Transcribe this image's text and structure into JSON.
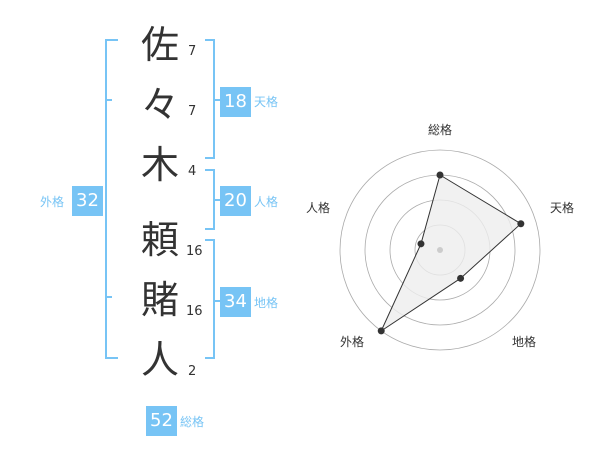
{
  "name": {
    "characters": [
      {
        "char": "佐",
        "strokes": "7"
      },
      {
        "char": "々",
        "strokes": "7"
      },
      {
        "char": "木",
        "strokes": "4"
      },
      {
        "char": "頼",
        "strokes": "16"
      },
      {
        "char": "賭",
        "strokes": "16"
      },
      {
        "char": "人",
        "strokes": "2"
      }
    ]
  },
  "kakusu": {
    "tenkaku": {
      "value": "18",
      "label": "天格"
    },
    "jinkaku": {
      "value": "20",
      "label": "人格"
    },
    "chikaku": {
      "value": "34",
      "label": "地格"
    },
    "gaikaku": {
      "value": "32",
      "label": "外格"
    },
    "soukaku": {
      "value": "52",
      "label": "総格"
    }
  },
  "chart_data": {
    "type": "radar",
    "axes": [
      "総格",
      "天格",
      "地格",
      "外格",
      "人格"
    ],
    "values": [
      0.75,
      0.85,
      0.35,
      1.0,
      0.2
    ],
    "max": 1.0,
    "rings": 4
  },
  "colors": {
    "accent": "#77c4f5",
    "text": "#333333",
    "grid": "#aaaaaa",
    "fill": "#eeeeee"
  }
}
